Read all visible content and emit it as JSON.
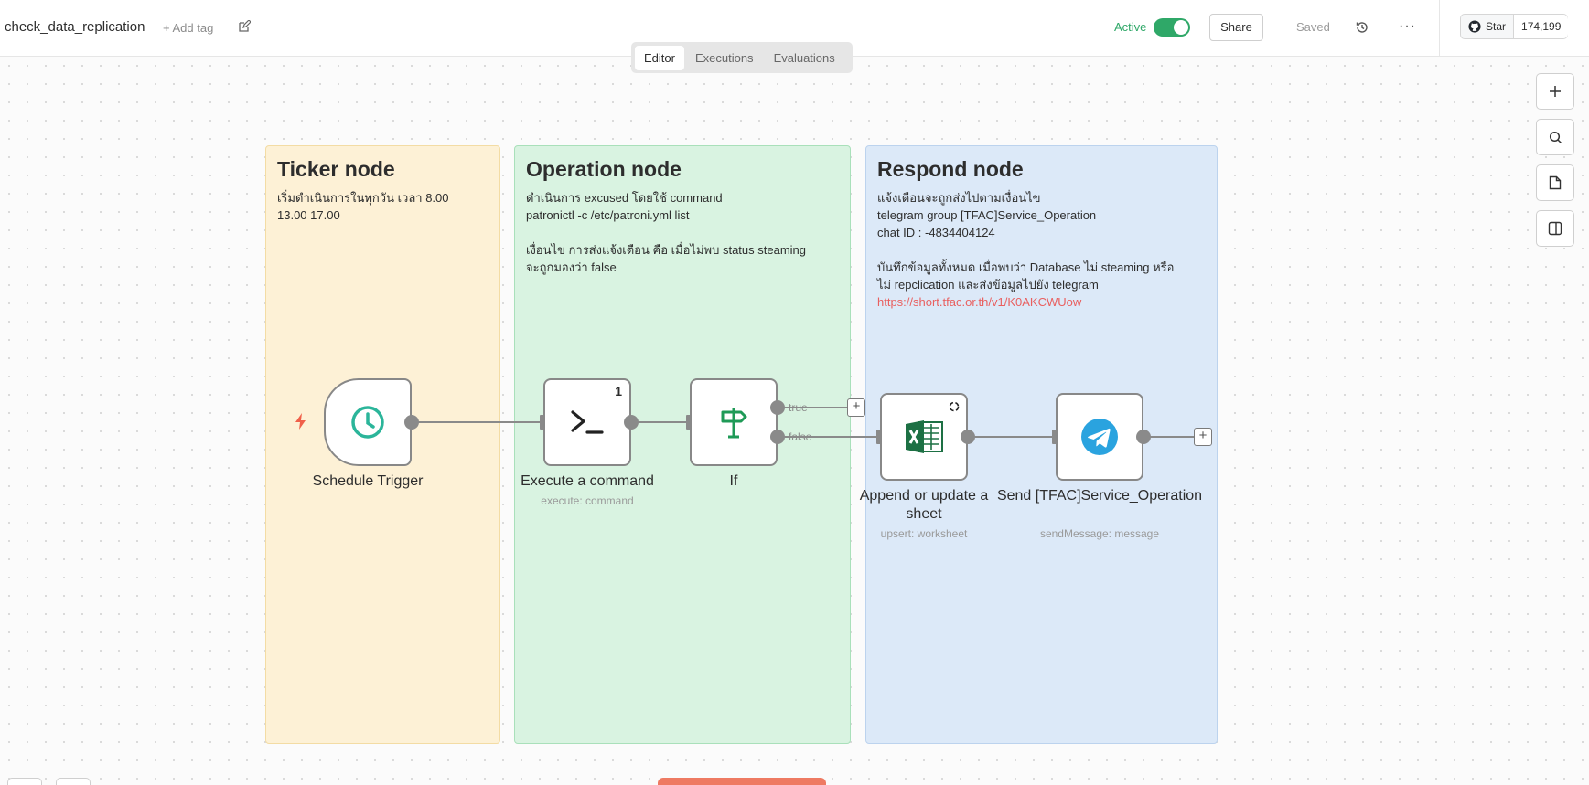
{
  "header": {
    "workflow_name": "check_data_replication",
    "add_tag": "+ Add tag",
    "active_label": "Active",
    "share_label": "Share",
    "saved_label": "Saved",
    "more_label": "···",
    "github_star_label": "Star",
    "github_star_count": "174,199",
    "active_on": true
  },
  "tabs": [
    "Editor",
    "Executions",
    "Evaluations"
  ],
  "stickies": {
    "ticker": {
      "title": "Ticker node",
      "body": "เริ่มดำเนินการในทุกวัน เวลา 8.00\n13.00 17.00"
    },
    "operation": {
      "title": "Operation node",
      "body": "ดำเนินการ excused โดยใช้ command\npatronictl -c /etc/patroni.yml list\n\nเงื่อนไข การส่งแจ้งเตือน คือ เมื่อไม่พบ status steaming\nจะถูกมองว่า false"
    },
    "respond": {
      "title": "Respond node",
      "body": "แจ้งเตือนจะถูกส่งไปตามเงื่อนไข\ntelegram group [TFAC]Service_Operation\nchat ID : -4834404124\n\nบันทึกข้อมูลทั้งหมด เมื่อพบว่า Database ไม่ steaming หรือ\nไม่ repclication และส่งข้อมูลไปยัง telegram",
      "link": "https://short.tfac.or.th/v1/K0AKCWUow"
    }
  },
  "nodes": {
    "schedule": {
      "label": "Schedule Trigger",
      "icon": "clock-icon"
    },
    "execute": {
      "label": "Execute a command",
      "sub": "execute: command",
      "badge": "1",
      "icon": "terminal-icon"
    },
    "if": {
      "label": "If",
      "icon": "signpost-icon",
      "branch_true": "true",
      "branch_false": "false"
    },
    "sheet": {
      "label": "Append or update a sheet",
      "sub": "upsert: worksheet",
      "icon": "excel-icon"
    },
    "telegram": {
      "label": "Send [TFAC]Service_Operation",
      "sub": "sendMessage: message",
      "icon": "telegram-icon"
    }
  },
  "toolbar_right": [
    "zoom-in-icon",
    "search-icon",
    "sticky-note-icon",
    "panel-icon"
  ],
  "colors": {
    "accent_green": "#2fa868",
    "sticky_yellow": "#fdf1d6",
    "sticky_green": "#d9f3e1",
    "sticky_blue": "#dce9f8",
    "link_red": "#e95f5f",
    "trigger_bolt": "#f0604a",
    "excel_green": "#1d7044",
    "telegram_blue": "#2aa3df"
  }
}
